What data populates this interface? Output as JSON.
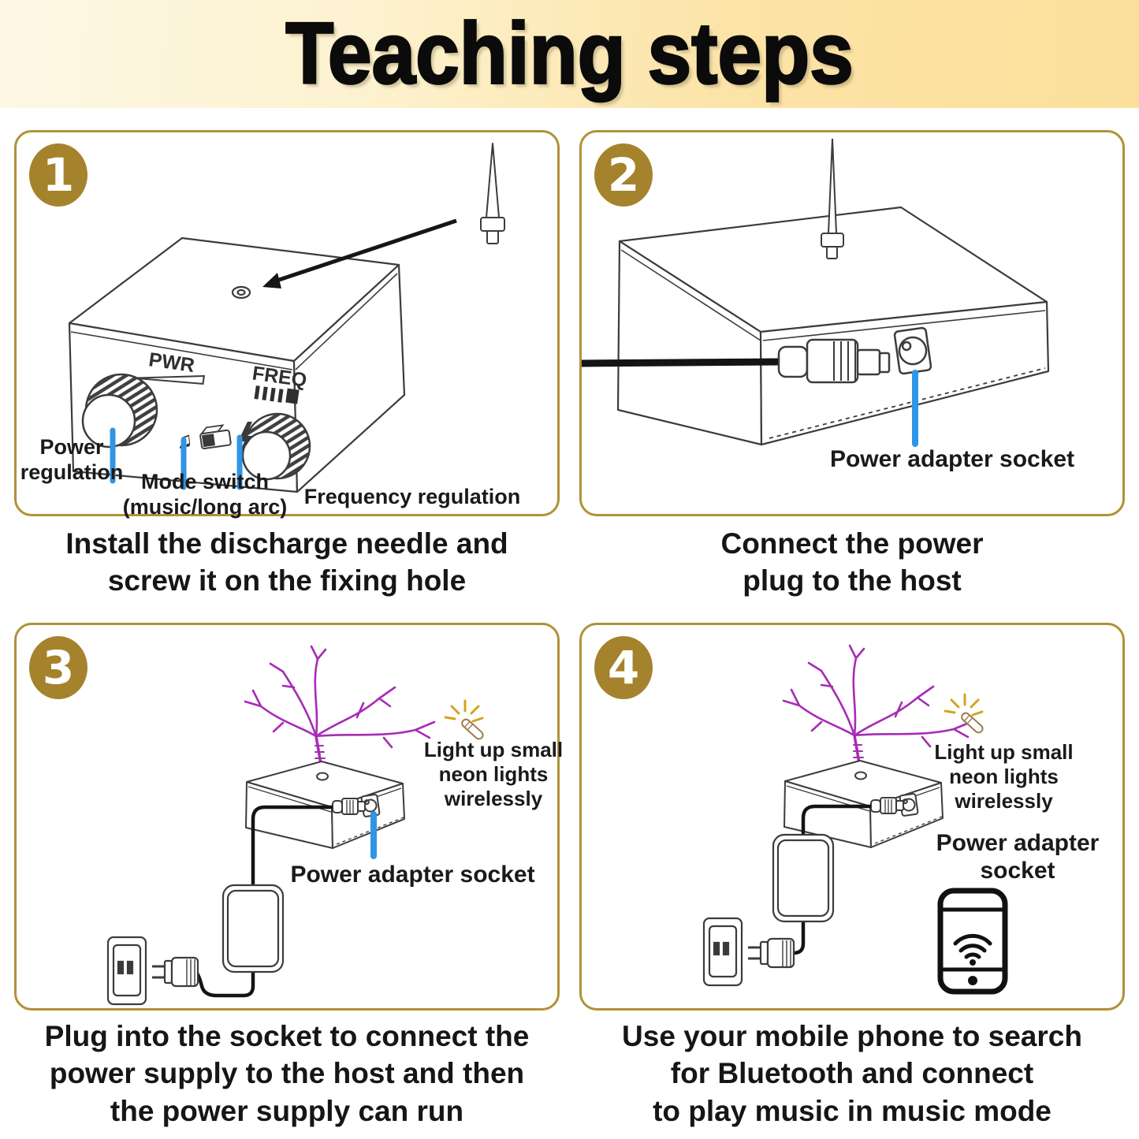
{
  "title": "Teaching steps",
  "colors": {
    "banner_left": "#fdf7e4",
    "banner_right": "#fbdf9b",
    "panel_border_gold": "#b09238",
    "badge_gold": "#a5832c",
    "pointer_blue": "#2f95e6",
    "arc_purple": "#a62cb5",
    "neon_ray_gold": "#d4a41c",
    "line_ink": "#3c3c3c"
  },
  "icons": {
    "music_note": "♫"
  },
  "steps": [
    {
      "number": "1",
      "caption": "Install the discharge needle and\nscrew it on the fixing hole",
      "labels": {
        "pwr": "PWR",
        "freq": "FREQ",
        "power_regulation": "Power\nregulation",
        "mode_switch": "Mode switch\n(music/long arc)",
        "frequency_regulation": "Frequency regulation"
      }
    },
    {
      "number": "2",
      "caption": "Connect the power\nplug to the host",
      "labels": {
        "power_adapter_socket": "Power adapter socket"
      }
    },
    {
      "number": "3",
      "caption": "Plug into the socket to connect the\npower supply to the host and then\nthe power supply can run",
      "labels": {
        "neon": "Light up small\nneon lights\nwirelessly",
        "power_adapter_socket": "Power adapter socket"
      }
    },
    {
      "number": "4",
      "caption": "Use your mobile phone to search\nfor Bluetooth and connect\nto play music in music mode",
      "labels": {
        "neon": "Light up small\nneon lights\nwirelessly",
        "power_adapter_socket": "Power adapter\nsocket"
      }
    }
  ]
}
